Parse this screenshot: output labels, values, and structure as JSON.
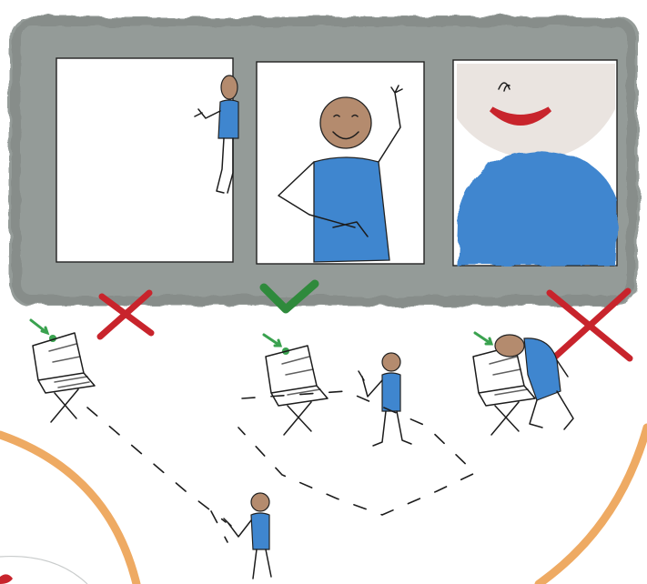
{
  "colors": {
    "background": "#ffffff",
    "frame": "#8f9693",
    "frame_dark": "#6f7673",
    "panel": "#ffffff",
    "body_blue": "#3f86cf",
    "head_brown": "#b48b6e",
    "cross_red": "#c8242c",
    "check_green": "#2f8a3c",
    "arrow_green": "#3aa24f",
    "arc_orange": "#eeaa63",
    "ink": "#1c1c1c"
  },
  "panels": [
    {
      "id": "left",
      "content": "person-partially-visible-at-edge",
      "verdict": "cross"
    },
    {
      "id": "center",
      "content": "person-centered-waving",
      "verdict": "check"
    },
    {
      "id": "right",
      "content": "person-too-close-to-camera",
      "verdict": "cross"
    }
  ],
  "icons": [
    "cross-icon",
    "check-icon",
    "cross-icon",
    "arrow-icon"
  ]
}
